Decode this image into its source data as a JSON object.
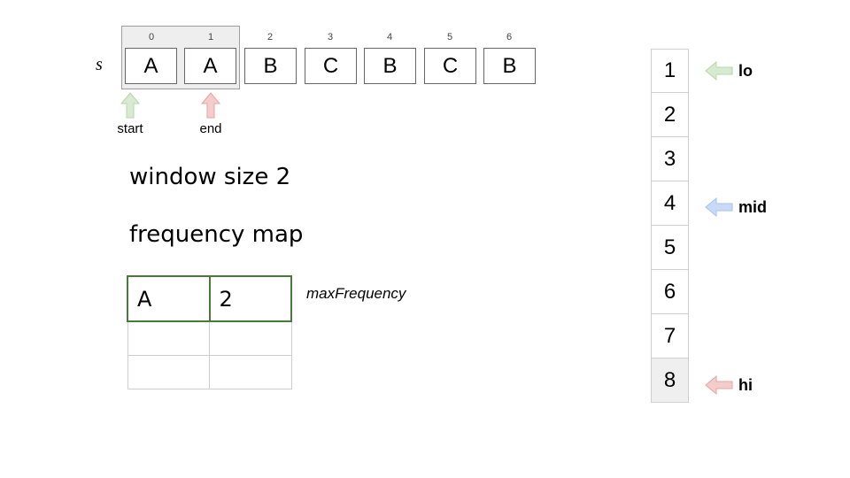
{
  "string": {
    "name": "s",
    "indices": [
      "0",
      "1",
      "2",
      "3",
      "4",
      "5",
      "6"
    ],
    "chars": [
      "A",
      "A",
      "B",
      "C",
      "B",
      "C",
      "B"
    ]
  },
  "pointers": {
    "start": {
      "label": "start",
      "color": "#d9ead3"
    },
    "end": {
      "label": "end",
      "color": "#f4cccc"
    }
  },
  "window_text": "window size 2",
  "freq_title": "frequency map",
  "freq_table": {
    "rows": [
      [
        "A",
        "2"
      ],
      [
        "",
        ""
      ],
      [
        "",
        ""
      ]
    ],
    "note": "maxFrequency"
  },
  "binary_search": {
    "values": [
      "1",
      "2",
      "3",
      "4",
      "5",
      "6",
      "7",
      "8"
    ],
    "lo": {
      "label": "lo",
      "color": "#d9ead3"
    },
    "mid": {
      "label": "mid",
      "color": "#c9daf8"
    },
    "hi": {
      "label": "hi",
      "color": "#f4cccc"
    }
  }
}
